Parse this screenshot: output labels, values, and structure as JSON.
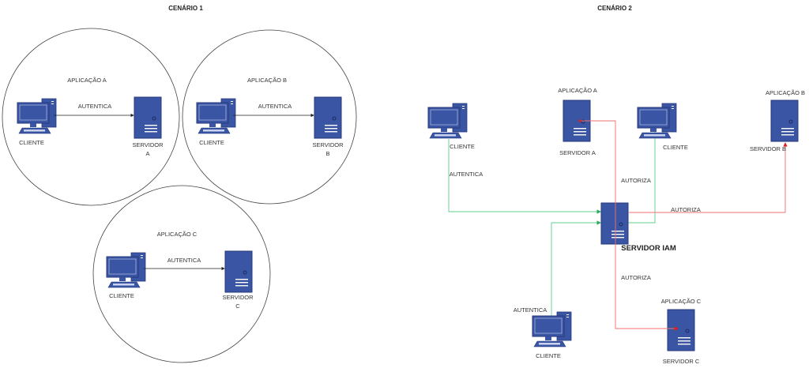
{
  "scenario1": {
    "title": "CENÁRIO 1",
    "apps": [
      {
        "label": "APLICAÇÃO A",
        "client": "CLIENTE",
        "action": "AUTENTICA",
        "server_line1": "SERVIDOR",
        "server_line2": "A"
      },
      {
        "label": "APLICAÇÃO B",
        "client": "CLIENTE",
        "action": "AUTENTICA",
        "server_line1": "SERVIDOR",
        "server_line2": "B"
      },
      {
        "label": "APLICAÇÃO C",
        "client": "CLIENTE",
        "action": "AUTENTICA",
        "server_line1": "SERVIDOR",
        "server_line2": "C"
      }
    ]
  },
  "scenario2": {
    "title": "CENÁRIO 2",
    "iam": "SERVIDOR IAM",
    "clients": [
      {
        "label": "CLIENTE",
        "action": "AUTENTICA"
      },
      {
        "label": "CLIENTE"
      },
      {
        "label": "CLIENTE",
        "action": "AUTENTICA"
      }
    ],
    "servers": [
      {
        "app": "APLICAÇÃO A",
        "label": "SERVIDOR A"
      },
      {
        "app": "APLICAÇÃO B",
        "label": "SERVIDOR B"
      },
      {
        "app": "APLICAÇÃO C",
        "label": "SERVIDOR C"
      }
    ],
    "authorize_labels": [
      "AUTORIZA",
      "AUTORIZA",
      "AUTORIZA"
    ]
  },
  "colors": {
    "icon": "#3a55a4",
    "authenticate_line": "#5fcf8f",
    "authorize_line": "#f07070"
  }
}
